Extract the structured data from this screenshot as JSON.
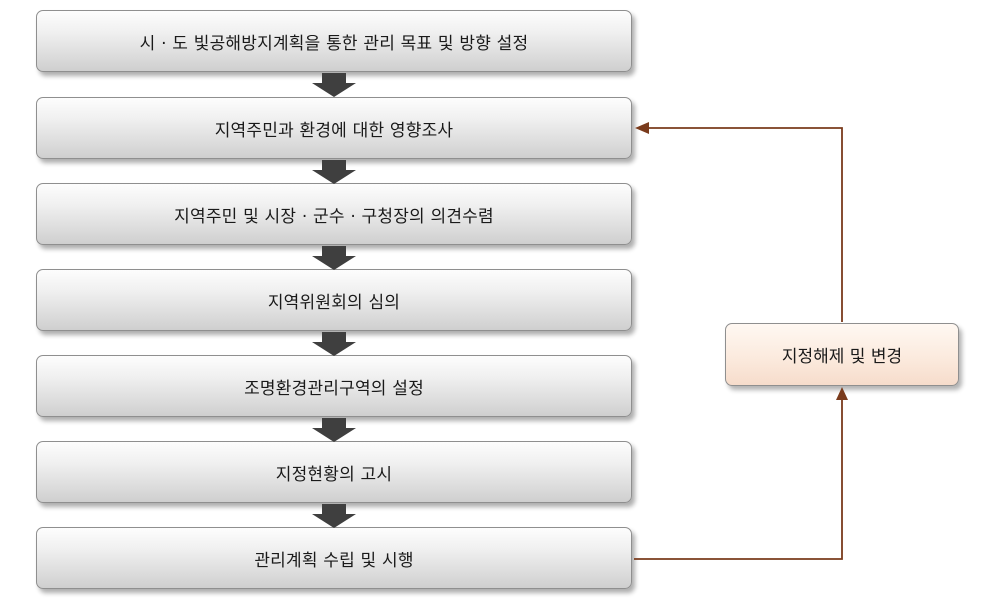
{
  "steps": [
    "시 · 도 빛공해방지계획을 통한 관리 목표 및 방향 설정",
    "지역주민과 환경에 대한 영향조사",
    "지역주민 및 시장 · 군수 · 구청장의 의견수렴",
    "지역위원회의 심의",
    "조명환경관리구역의 설정",
    "지정현황의 고시",
    "관리계획 수립 및 시행"
  ],
  "side_box": "지정해제 및 변경",
  "colors": {
    "step_border": "#8f8f8f",
    "down_arrow": "#3f3f3f",
    "feedback_line": "#7a3b1c",
    "side_box_fill": "#fbe9dc"
  }
}
